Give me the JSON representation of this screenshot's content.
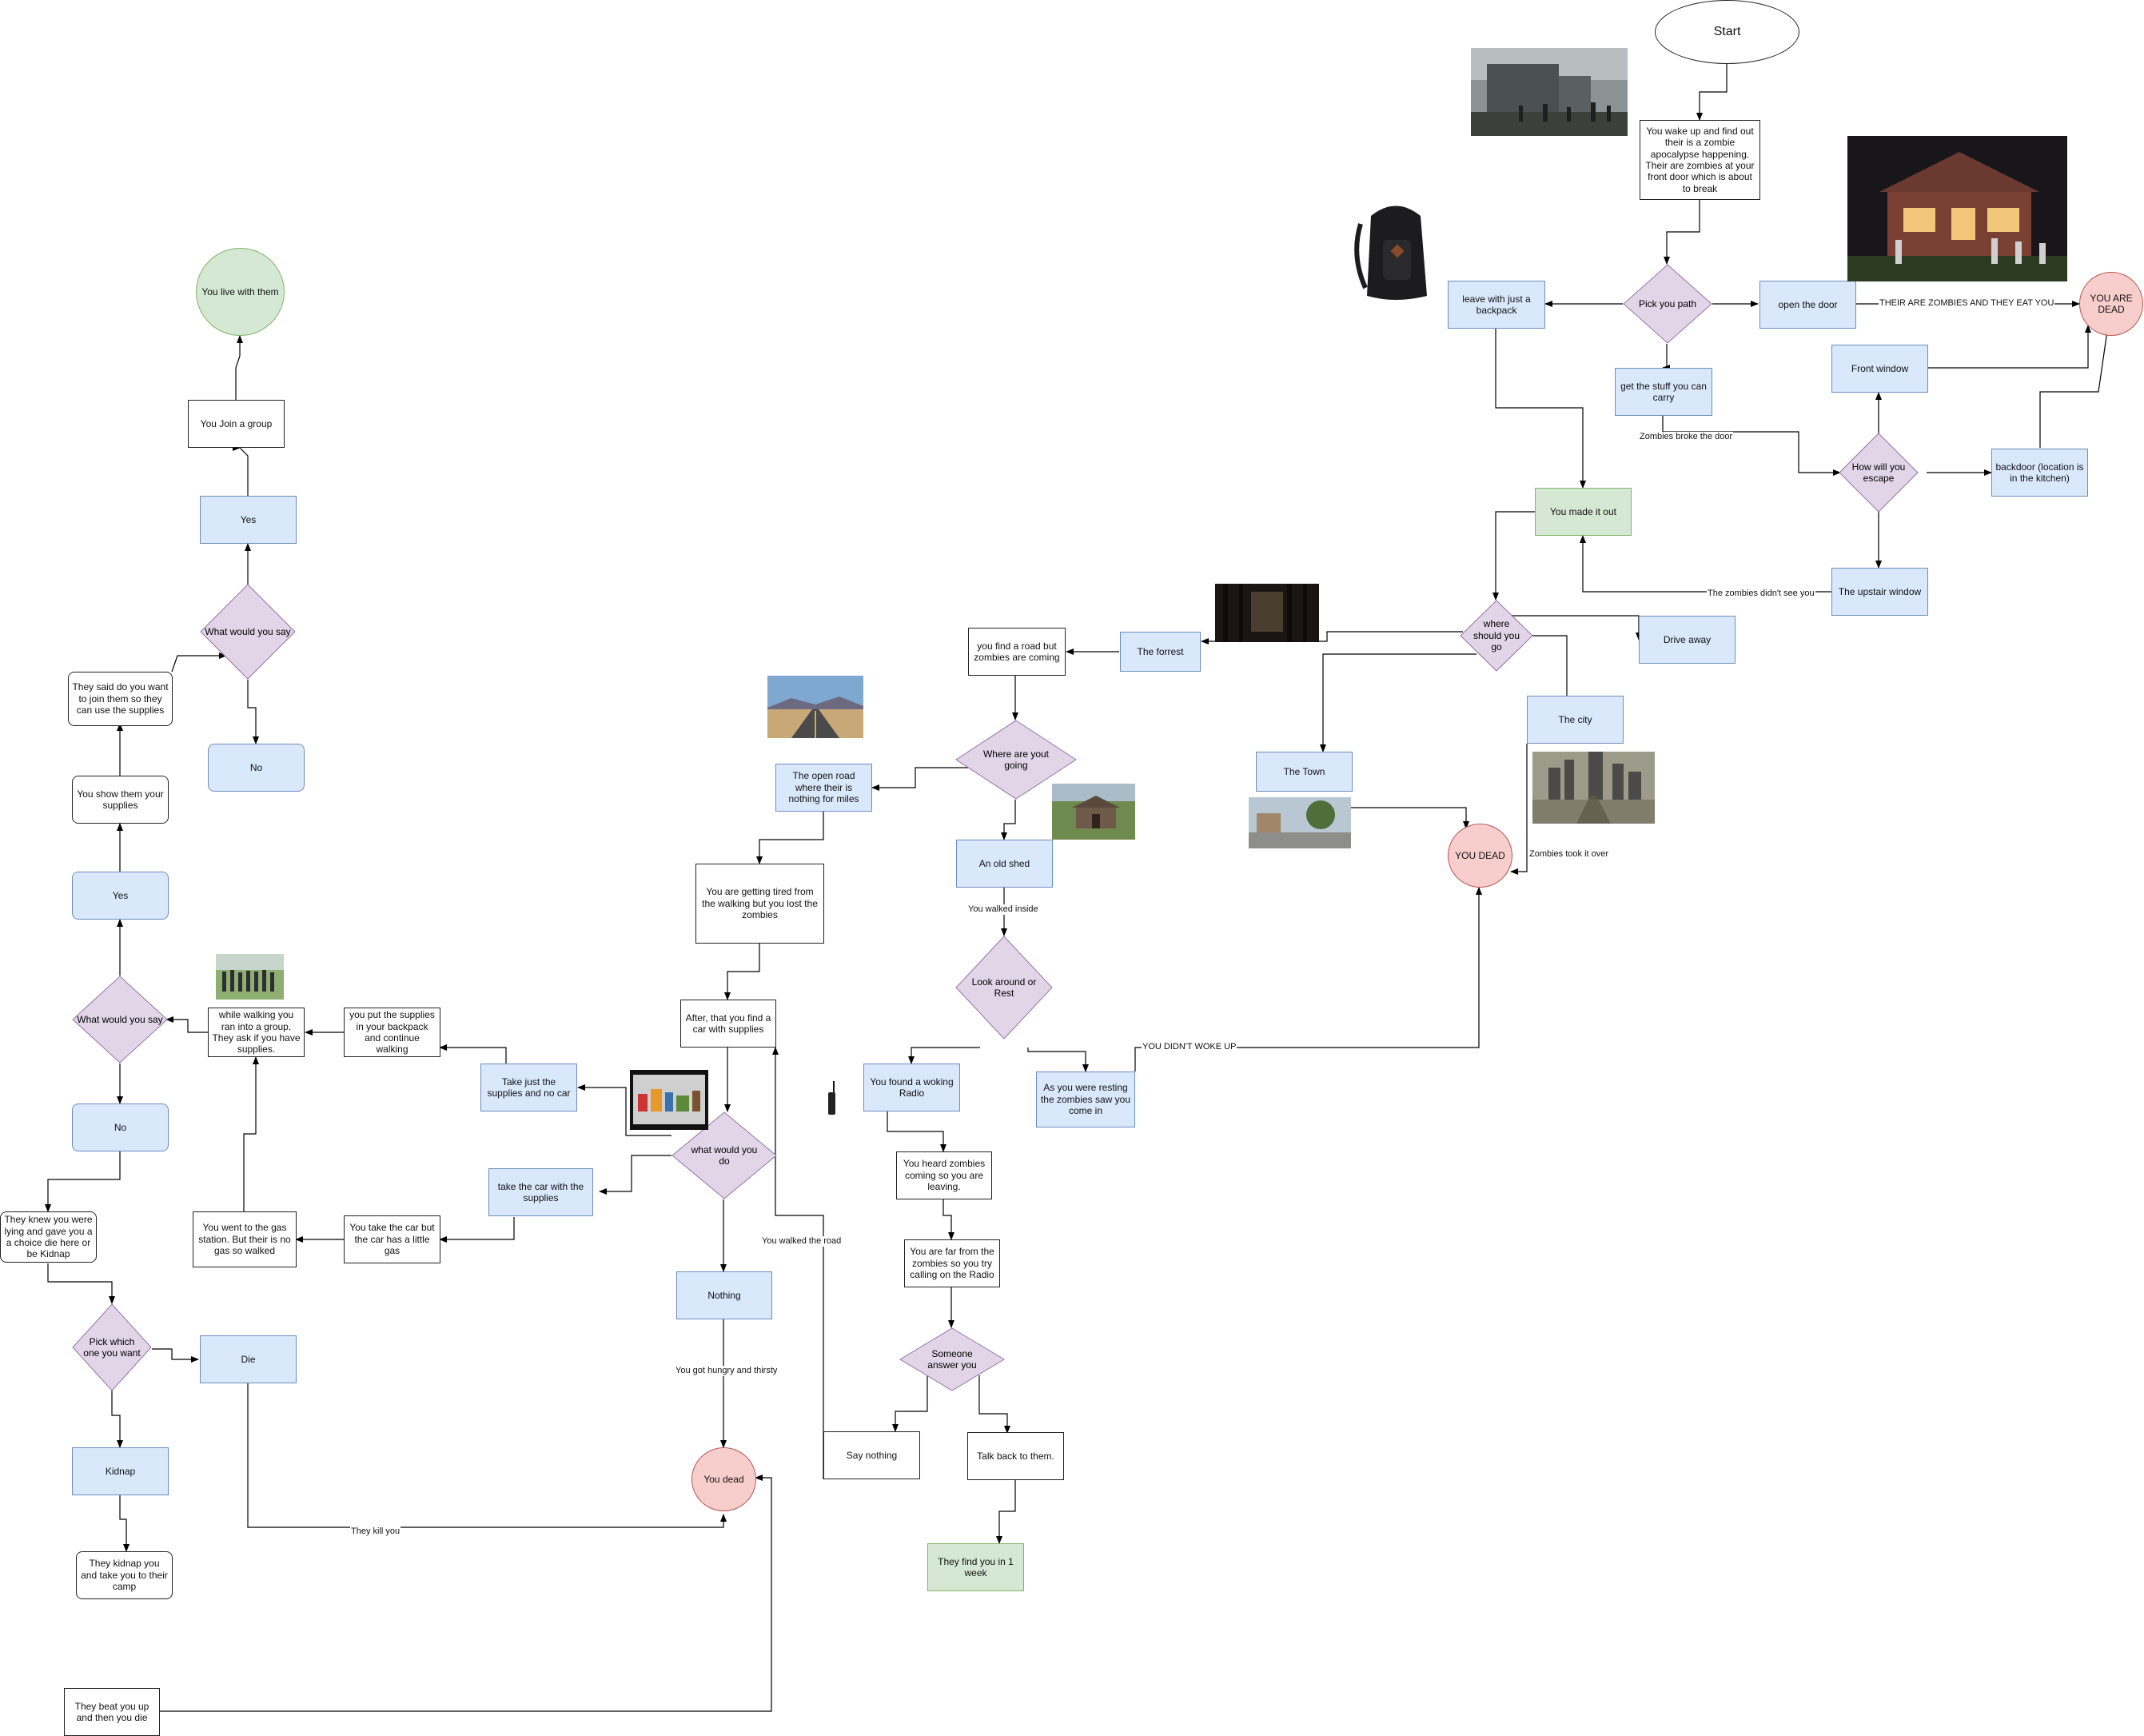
{
  "nodes": {
    "start": "Start",
    "wake": "You wake up and find out their is a zombie apocalypse happening. Their are zombies at your front door which is about to break",
    "pick_path": "Pick you path",
    "backpack": "leave with just a backpack",
    "open_door": "open the door",
    "dead_top": "YOU ARE DEAD",
    "get_stuff": "get the stuff you can carry",
    "front_window": "Front window",
    "how_escape": "How will you escape",
    "backdoor": "backdoor (location is in the kitchen)",
    "upstair_window": "The upstair window",
    "made_it": "You made it out",
    "where_go": "where should you go",
    "drive_away": "Drive away",
    "forrest": "The forrest",
    "find_road": "you find a road but zombies are coming",
    "city": "The city",
    "town": "The Town",
    "you_dead_mid": "YOU DEAD",
    "where_going": "Where are yout going",
    "open_road": "The open road where their is nothing for miles",
    "old_shed": "An old shed",
    "tired": "You are getting tired from the walking but you lost the zombies",
    "look_rest": "Look around or Rest",
    "found_radio": "You found a woking Radio",
    "resting": "As you were resting the zombies saw you come in",
    "find_car": "After, that you find a car with supplies",
    "what_do": "what would you do",
    "supplies_no_car": "Take just the supplies and no car",
    "car_supplies": "take the car with the supplies",
    "nothing": "Nothing",
    "you_dead_low": "You dead",
    "heard_zombies": "You heard zombies coming so you are leaving.",
    "far_radio": "You are far from the zombies so you try calling on the Radio",
    "someone_answer": "Someone answer you",
    "say_nothing": "Say nothing",
    "talk_back": "Talk back to them.",
    "find_week": "They find you in 1 week",
    "put_supplies": "you put the supplies in your backpack and continue walking",
    "ran_group": "while walking you ran into a group. They ask if you have supplies.",
    "gas_station": "You went to the gas station. But their is no gas so walked",
    "take_car_gas": "You take the car but the car has a little gas",
    "what_say_low": "What would you say",
    "yes_low": "Yes",
    "no_low": "No",
    "show_supplies": "You show them your supplies",
    "said_join": "They said do you want to join them so they can use the supplies",
    "what_say_top": "What would you say",
    "yes_top": "Yes",
    "no_top": "No",
    "join_group": "You Join a group",
    "live": "You live with them",
    "knew_lying": "They knew you were lying and gave you a a choice die here or be Kidnap",
    "pick_which": "Pick which one you want",
    "die": "Die",
    "kidnap": "Kidnap",
    "kidnap_camp": "They kidnap you and take you to their camp",
    "beat_up": "They beat you up and then you die"
  },
  "edge_labels": {
    "zombies_eat": "THEIR ARE ZOMBIES AND THEY EAT YOU",
    "broke_door": "Zombies broke the door",
    "didnt_see": "The zombies didn't see you",
    "took_over": "Zombies took it over",
    "walked_inside": "You walked inside",
    "didnt_wake": "YOU DIDN'T WOKE UP",
    "walked_road": "You walked the road",
    "hungry": "You got hungry and thirsty",
    "kill_you": "They kill you"
  },
  "colors": {
    "blue_fill": "#dae8fc",
    "blue_stroke": "#6c8ebf",
    "green_fill": "#d5e8d4",
    "green_stroke": "#82b366",
    "red_fill": "#f8cecc",
    "red_stroke": "#b85450",
    "purple_fill": "#e1d5e7",
    "purple_stroke": "#9673a6"
  },
  "images": [
    "zombie-city-photo",
    "backpack-photo",
    "zombie-house-photo",
    "dark-forest-photo",
    "desert-road-photo",
    "old-shed-photo",
    "ruined-city-photo",
    "town-street-photo",
    "group-people-photo",
    "supplies-photo",
    "walkie-talkie-icon"
  ]
}
